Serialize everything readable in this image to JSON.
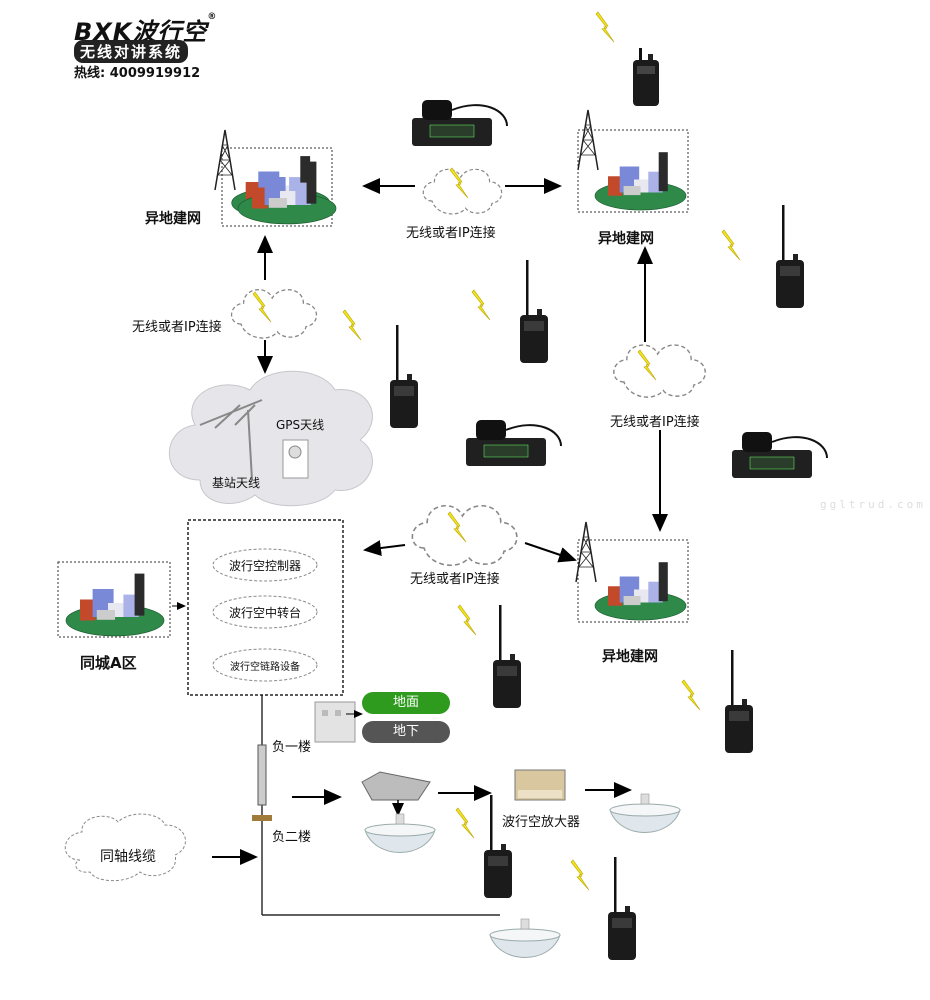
{
  "logo": {
    "brand": "BXK波行空",
    "tagline": "无线对讲系统",
    "hotline": "热线: 4009919912"
  },
  "labels": {
    "remote_network_tl": "异地建网",
    "remote_network_tr": "异地建网",
    "remote_network_br": "异地建网",
    "link_top": "无线或者IP连接",
    "link_left": "无线或者IP连接",
    "link_right": "无线或者IP连接",
    "link_mid": "无线或者IP连接",
    "gps_antenna": "GPS天线",
    "base_antenna": "基站天线",
    "city_zone": "同城A区",
    "controller": "波行空控制器",
    "repeater": "波行空中转台",
    "link_device": "波行空链路设备",
    "ground": "地面",
    "underground": "地下",
    "basement1": "负一楼",
    "basement2": "负二楼",
    "amplifier": "波行空放大器",
    "coax": "同轴线缆"
  },
  "watermark": "ggltrud.com",
  "colors": {
    "ground_pill": "#2e9a1e",
    "underground_pill": "#555555",
    "lightning": "#f2e21a",
    "cloud_fill": "#e6e6ea"
  }
}
